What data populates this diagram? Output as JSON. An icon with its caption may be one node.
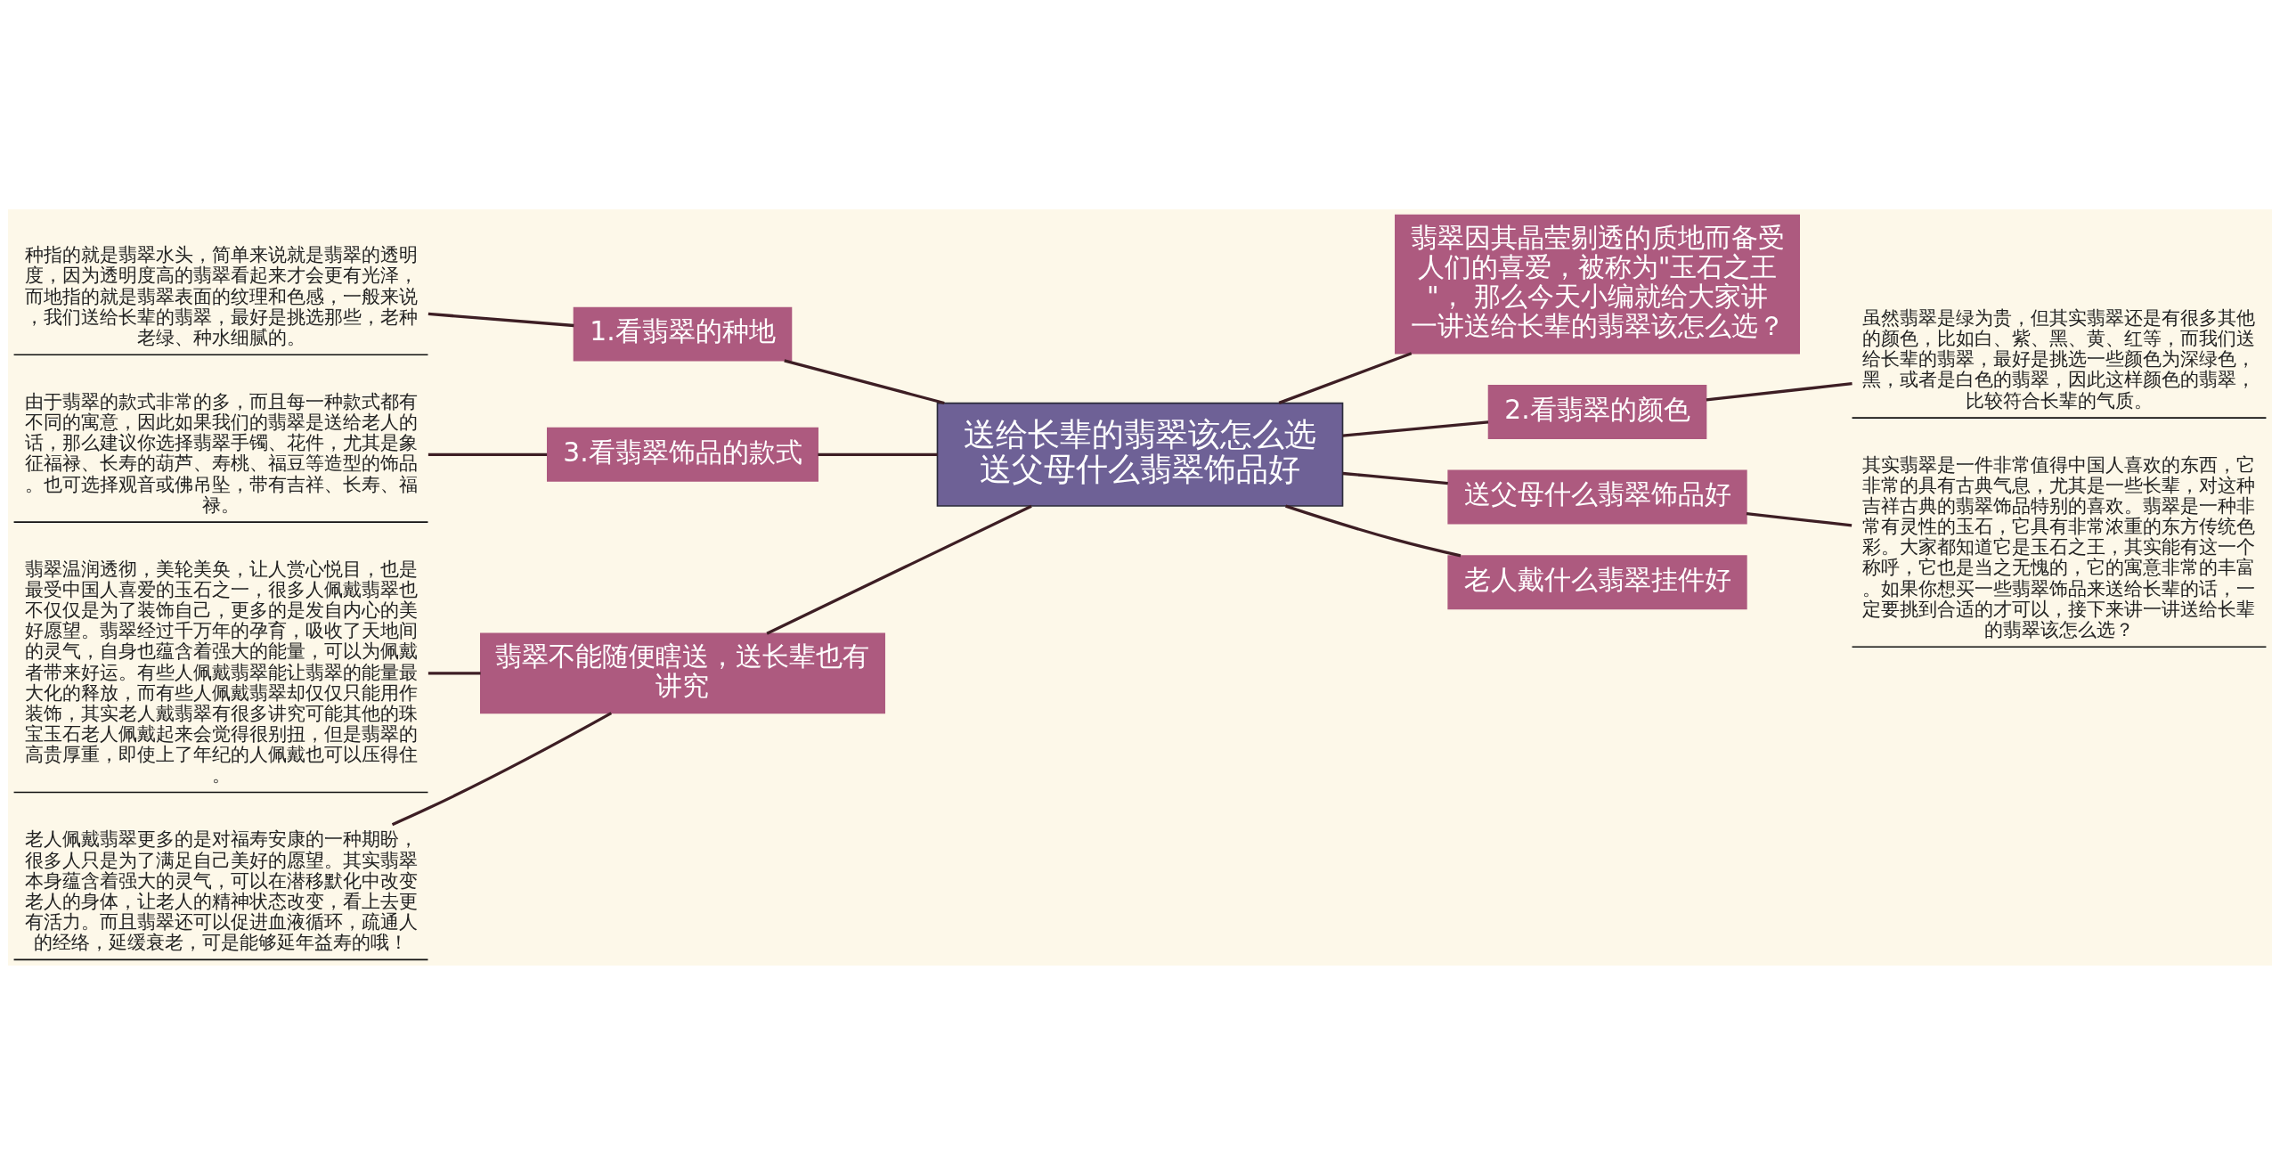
{
  "diagram": {
    "nodes": [
      {
        "text": [
          "送给长辈的翡翠该怎么选送父母什么翡翠饰品好"
        ]
      },
      {
        "text": [
          "1.看翡翠的种地"
        ]
      },
      {
        "text": [
          "种指的就是翡翠水头，简单来说就是翡翠的透明度，因为透明度高的翡翠看起来才会更有光泽，而地指的就是翡翠表面的纹理和色感，一般来说，我们送给长辈的翡翠，最好是挑选那些，老种老绿、种水细腻的。"
        ]
      },
      {
        "text": [
          "3.看翡翠饰品的款式"
        ]
      },
      {
        "text": [
          "由于翡翠的款式非常的多，而且每一种款式都有不同的寓意，因此如果我们的翡翠是送给老人的话，那么建议你选择翡翠手镯、花件，尤其是象征福禄、长寿的葫芦、寿桃、福豆等造型的饰品。也可选择观音或佛吊坠，带有吉祥、长寿、福禄。"
        ]
      },
      {
        "text": [
          "翡翠不能随便瞎送，送长辈也有讲究"
        ]
      },
      {
        "text": [
          "翡翠温润透彻，美轮美奂，让人赏心悦目，也是最受中国人喜爱的玉石之一，很多人佩戴翡翠也不仅仅是为了装饰自己，更多的是发自内心的美好愿望。翡翠经过千万年的孕育，吸收了天地间的灵气，自身也蕴含着强大的能量，可以为佩戴者带来好运。有些人佩戴翡翠能让翡翠的能量最大化的释放，而有些人佩戴翡翠却仅仅只能用作装饰，其实老人戴翡翠有很多讲究可能其他的珠宝玉石老人佩戴起来会觉得很别扭，但是翡翠的高贵厚重，即使上了年纪的人佩戴也可以压得住。"
        ]
      },
      {
        "text": [
          "老人佩戴翡翠更多的是对福寿安康的一种期盼，很多人只是为了满足自己美好的愿望。其实翡翠本身蕴含着强大的灵气，可以在潜移默化中改变老人的身体，让老人的精神状态改变，看上去更有活力。而且翡翠还可以促进血液循环，疏通人的经络，延缓衰老，可是能够延年益寿的哦！"
        ]
      },
      {
        "text": [
          "翡翠因其晶莹剔透的质地而备受人们的喜爱，被称为\"玉石之王\"， 那么今天小编就给大家讲一讲送给长辈的翡翠该怎么选？"
        ]
      },
      {
        "text": [
          "2.看翡翠的颜色"
        ]
      },
      {
        "text": [
          "虽然翡翠是绿为贵，但其实翡翠还是有很多其他的颜色，比如白、紫、黑、黄、红等，而我们送给长辈的翡翠，最好是挑选一些颜色为深绿色，黑，或者是白色的翡翠，因此这样颜色的翡翠，比较符合长辈的气质。"
        ]
      },
      {
        "text": [
          "送父母什么翡翠饰品好"
        ]
      },
      {
        "text": [
          "其实翡翠是一件非常值得中国人喜欢的东西，它非常的具有古典气息，尤其是一些长辈，对这种吉祥古典的翡翠饰品特别的喜欢。翡翠是一种非常有灵性的玉石，它具有非常浓重的东方传统色彩。大家都知道它是玉石之王，其实能有这一个称呼，它也是当之无愧的，它的寓意非常的丰富。如果你想买一些翡翠饰品来送给长辈的话，一定要挑到合适的才可以，接下来讲一讲送给长辈的翡翠该怎么选？"
        ]
      },
      {
        "text": [
          "老人戴什么翡翠挂件好"
        ]
      }
    ],
    "edges": [
      {
        "from": 0,
        "to": 1,
        "arrow": "none"
      },
      {
        "from": 1,
        "to": 2,
        "arrow": "none"
      },
      {
        "from": 0,
        "to": 3,
        "arrow": "none"
      },
      {
        "from": 3,
        "to": 4,
        "arrow": "none"
      },
      {
        "from": 0,
        "to": 5,
        "arrow": "none"
      },
      {
        "from": 5,
        "to": 6,
        "arrow": "none"
      },
      {
        "from": 5,
        "to": 7,
        "arrow": "none"
      },
      {
        "from": 0,
        "to": 8,
        "arrow": "none"
      },
      {
        "from": 0,
        "to": 9,
        "arrow": "none"
      },
      {
        "from": 9,
        "to": 10,
        "arrow": "none"
      },
      {
        "from": 0,
        "to": 11,
        "arrow": "none"
      },
      {
        "from": 11,
        "to": 12,
        "arrow": "none"
      },
      {
        "from": 0,
        "to": 13,
        "arrow": "none"
      }
    ]
  }
}
